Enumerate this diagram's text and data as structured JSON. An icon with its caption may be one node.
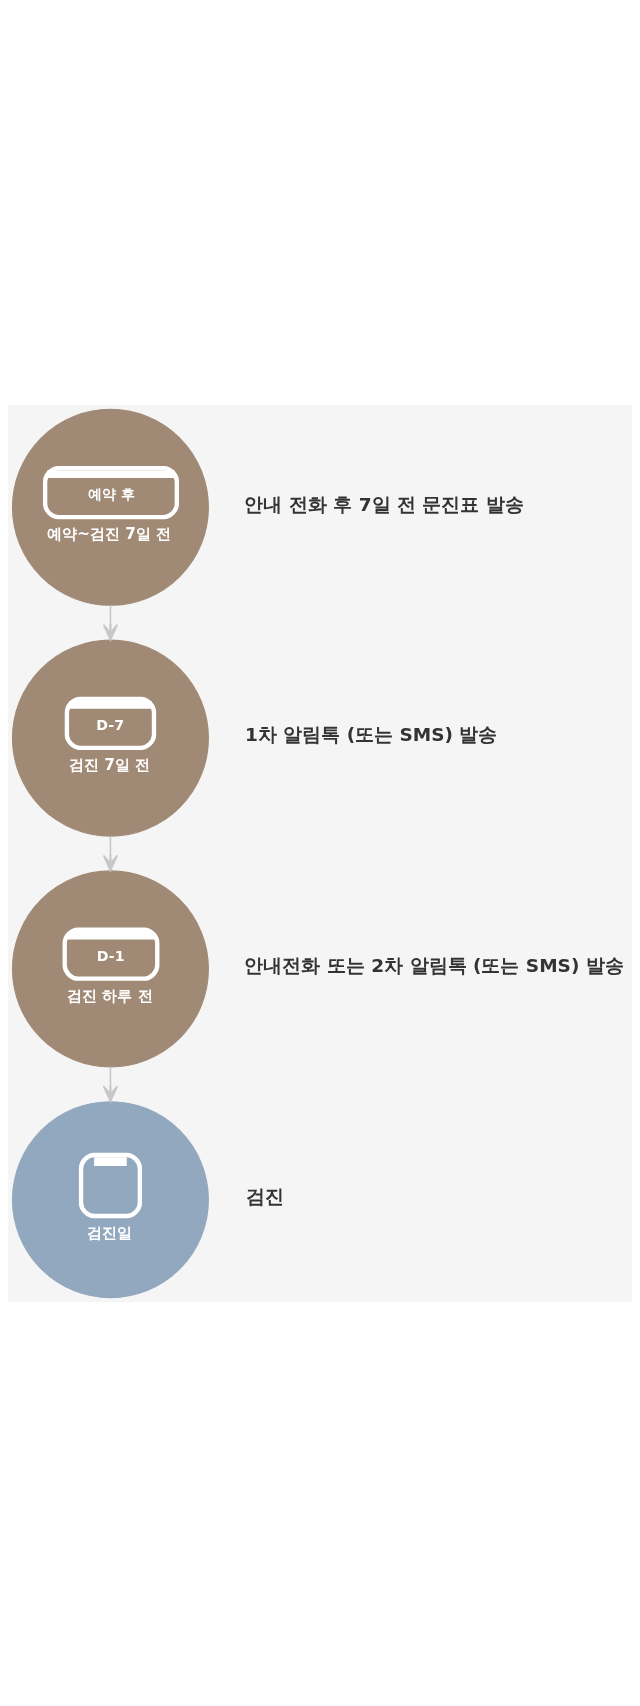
{
  "diagram": {
    "nodes": [
      {
        "text": [
          "예약 후",
          "예약~검진 7일 전"
        ],
        "beside": [
          "안내 전화 후 7일 전 문진표 발송"
        ]
      },
      {
        "text": [
          "D-7",
          "검진 7일 전"
        ],
        "beside": [
          "1차 알림톡 (또는 SMS) 발송"
        ]
      },
      {
        "text": [
          "D-1",
          "검진 하루 전"
        ],
        "beside": [
          "안내전화 또는 2차 알림톡 (또는 SMS) 발송"
        ]
      },
      {
        "text": [
          "검진일"
        ],
        "beside": [
          "검진"
        ]
      }
    ],
    "edges": [
      {
        "from": 0,
        "to": 1,
        "arrow": "to"
      },
      {
        "from": 1,
        "to": 2,
        "arrow": "to"
      },
      {
        "from": 2,
        "to": 3,
        "arrow": "to"
      }
    ]
  }
}
